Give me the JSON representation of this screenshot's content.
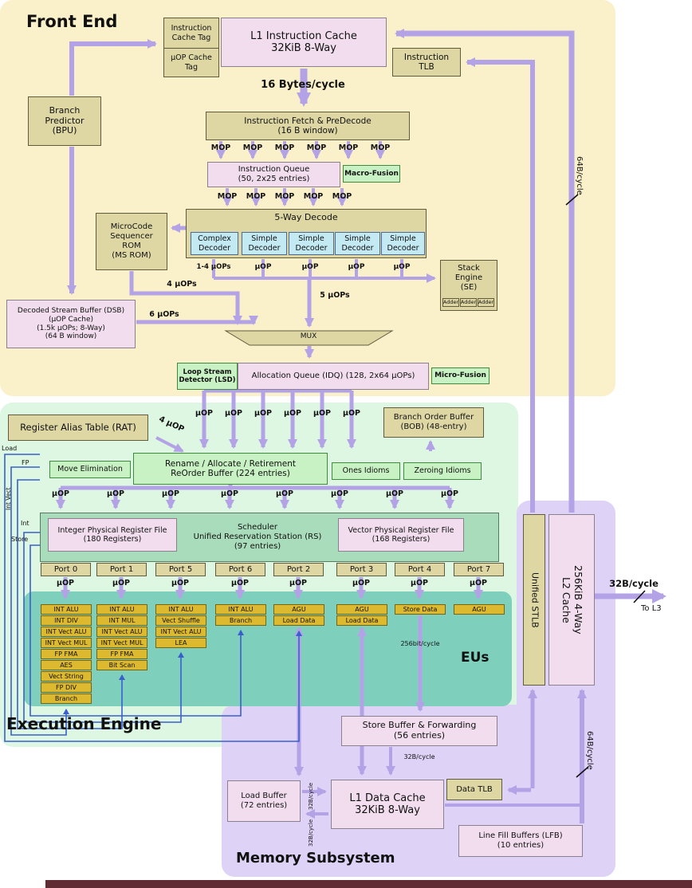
{
  "colors": {
    "arrow": "#b3a3e6",
    "front_end_bg": "#faf0c9",
    "execution_bg": "#ddf7e3",
    "eus_bg": "#7ed0bd",
    "memory_bg": "#ded2f6",
    "writeback_blue": "#3a5fcd",
    "bottom_bar": "#612b33"
  },
  "front_end": {
    "title": "Front End",
    "icache_tag": "Instruction\nCache Tag",
    "uop_cache_tag": "µOP Cache\nTag",
    "l1i": "L1 Instruction Cache\n32KiB 8-Way",
    "itlb": "Instruction\nTLB",
    "bytes_per_cycle": "16 Bytes/cycle",
    "bpu": "Branch\nPredictor\n(BPU)",
    "fetch": "Instruction Fetch & PreDecode\n(16 B window)",
    "iq": "Instruction Queue\n(50, 2x25 entries)",
    "macro_fusion": "Macro-Fusion",
    "decode_title": "5-Way Decode",
    "complex_decoder": "Complex\nDecoder",
    "simple_decoder": "Simple\nDecoder",
    "msrom": "MicroCode\nSequencer\nROM\n(MS ROM)",
    "stack_engine": "Stack\nEngine\n(SE)",
    "adder": "Adder",
    "dsb": "Decoded Stream Buffer (DSB)\n(µOP Cache)\n(1.5k µOPs; 8-Way)\n(64 B window)",
    "mux": "MUX",
    "lsd": "Loop Stream\nDetector (LSD)",
    "idq": "Allocation Queue (IDQ) (128, 2x64 µOPs)",
    "micro_fusion": "Micro-Fusion",
    "label_mop": "MOP",
    "label_uop": "µOP",
    "label_uops_14": "1-4 µOPs",
    "label_uops_4": "4 µOPs",
    "label_uops_5": "5 µOPs",
    "label_uops_6": "6 µOPs"
  },
  "execution": {
    "title": "Execution Engine",
    "rat": "Register Alias Table (RAT)",
    "bob": "Branch Order Buffer\n(BOB) (48-entry)",
    "label_uop4": "4 µOP",
    "label_uop": "µOP",
    "move_elimination": "Move Elimination",
    "rename": "Rename / Allocate / Retirement\nReOrder Buffer (224 entries)",
    "ones_idioms": "Ones Idioms",
    "zeroing_idioms": "Zeroing Idioms",
    "int_prf": "Integer Physical Register File\n(180 Registers)",
    "scheduler": "Scheduler\nUnified Reservation Station (RS)\n(97 entries)",
    "vec_prf": "Vector Physical Register File\n(168 Registers)",
    "ports": [
      "Port 0",
      "Port 1",
      "Port 5",
      "Port 6",
      "Port 2",
      "Port 3",
      "Port 4",
      "Port 7"
    ],
    "eu_columns": [
      [
        "INT ALU",
        "INT DIV",
        "INT Vect ALU",
        "INT Vect MUL",
        "FP FMA",
        "AES",
        "Vect String",
        "FP DIV",
        "Branch"
      ],
      [
        "INT ALU",
        "INT MUL",
        "INT Vect ALU",
        "INT Vect MUL",
        "FP FMA",
        "Bit Scan"
      ],
      [
        "INT ALU",
        "Vect Shuffle",
        "INT Vect ALU",
        "LEA"
      ],
      [
        "INT ALU",
        "Branch"
      ],
      [
        "AGU",
        "Load Data"
      ],
      [
        "AGU",
        "Load Data"
      ],
      [
        "Store Data"
      ],
      [
        "AGU"
      ]
    ],
    "eus_label": "EUs",
    "label_256bit": "256bit/cycle",
    "writeback": [
      "Load",
      "FP",
      "Int Vect",
      "Int",
      "Store"
    ]
  },
  "memory": {
    "title": "Memory Subsystem",
    "store_buffer": "Store Buffer & Forwarding\n(56 entries)",
    "load_buffer": "Load Buffer\n(72 entries)",
    "l1d": "L1 Data Cache\n32KiB 8-Way",
    "dtlb": "Data TLB",
    "lfb": "Line Fill Buffers (LFB)\n(10 entries)",
    "label_32b": "32B/cycle"
  },
  "right_side": {
    "stlb": "Unified STLB",
    "l2": "L2 Cache\n256KiB 4-Way",
    "label_64b": "64B/cycle",
    "label_32b": "32B/cycle",
    "to_l3": "To L3"
  }
}
